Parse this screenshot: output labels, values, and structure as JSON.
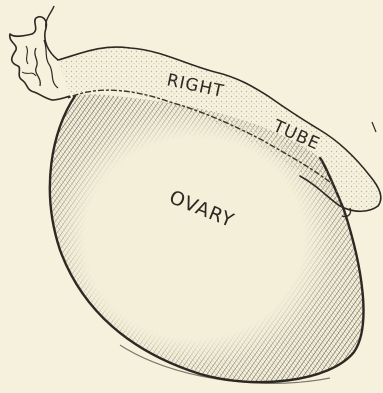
{
  "labels": {
    "right": "RIGHT",
    "tube": "TUBE",
    "ovary": "OVARY"
  },
  "colors": {
    "paper": "#f6f1dc",
    "ink": "#2c2823",
    "hatch": "#5d564b",
    "inner": "#f4efd9"
  }
}
